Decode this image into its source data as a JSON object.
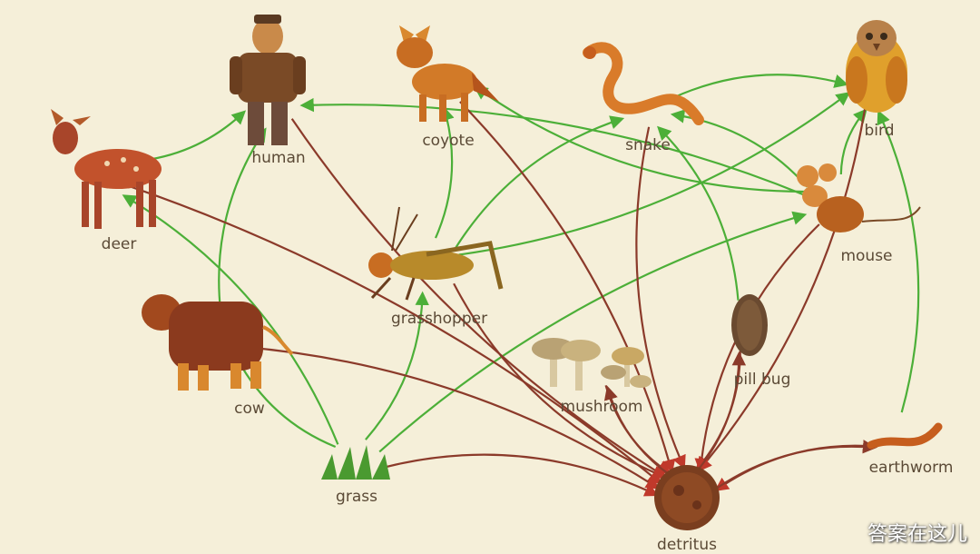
{
  "colors": {
    "background": "#f5efd9",
    "energy_arrow": "#4caf38",
    "decomposition_arrow": "#8b3a2a",
    "label": "#5b4a36"
  },
  "nodes": {
    "human": "human",
    "coyote": "coyote",
    "snake": "snake",
    "bird": "bird",
    "deer": "deer",
    "mouse": "mouse",
    "grasshopper": "grasshopper",
    "cow": "cow",
    "mushroom": "mushroom",
    "pill_bug": "pill bug",
    "grass": "grass",
    "earthworm": "earthworm",
    "detritus": "detritus"
  },
  "links": [
    {
      "from": "grass",
      "to": "deer",
      "kind": "eaten-by"
    },
    {
      "from": "grass",
      "to": "cow",
      "kind": "eaten-by"
    },
    {
      "from": "grass",
      "to": "grasshopper",
      "kind": "eaten-by"
    },
    {
      "from": "grass",
      "to": "mouse",
      "kind": "eaten-by"
    },
    {
      "from": "deer",
      "to": "human",
      "kind": "eaten-by"
    },
    {
      "from": "cow",
      "to": "human",
      "kind": "eaten-by"
    },
    {
      "from": "grasshopper",
      "to": "coyote",
      "kind": "eaten-by"
    },
    {
      "from": "grasshopper",
      "to": "snake",
      "kind": "eaten-by"
    },
    {
      "from": "grasshopper",
      "to": "bird",
      "kind": "eaten-by"
    },
    {
      "from": "snake",
      "to": "bird",
      "kind": "eaten-by"
    },
    {
      "from": "mouse",
      "to": "human",
      "kind": "eaten-by"
    },
    {
      "from": "mouse",
      "to": "coyote",
      "kind": "eaten-by"
    },
    {
      "from": "mouse",
      "to": "snake",
      "kind": "eaten-by"
    },
    {
      "from": "mouse",
      "to": "bird",
      "kind": "eaten-by"
    },
    {
      "from": "earthworm",
      "to": "bird",
      "kind": "eaten-by"
    },
    {
      "from": "deer",
      "to": "detritus",
      "kind": "decomposes"
    },
    {
      "from": "human",
      "to": "detritus",
      "kind": "decomposes"
    },
    {
      "from": "coyote",
      "to": "detritus",
      "kind": "decomposes"
    },
    {
      "from": "snake",
      "to": "detritus",
      "kind": "decomposes"
    },
    {
      "from": "bird",
      "to": "detritus",
      "kind": "decomposes"
    },
    {
      "from": "mouse",
      "to": "detritus",
      "kind": "decomposes"
    },
    {
      "from": "cow",
      "to": "detritus",
      "kind": "decomposes"
    },
    {
      "from": "grasshopper",
      "to": "detritus",
      "kind": "decomposes"
    },
    {
      "from": "grass",
      "to": "detritus",
      "kind": "decomposes"
    },
    {
      "from": "mushroom",
      "to": "detritus",
      "kind": "decomposes"
    },
    {
      "from": "pill_bug",
      "to": "detritus",
      "kind": "decomposes"
    },
    {
      "from": "earthworm",
      "to": "detritus",
      "kind": "decomposes"
    },
    {
      "from": "detritus",
      "to": "mushroom",
      "kind": "feeds"
    },
    {
      "from": "detritus",
      "to": "pill_bug",
      "kind": "feeds"
    },
    {
      "from": "detritus",
      "to": "earthworm",
      "kind": "feeds"
    },
    {
      "from": "pill_bug",
      "to": "snake",
      "kind": "eaten-by"
    }
  ],
  "watermark": "答案在这儿"
}
